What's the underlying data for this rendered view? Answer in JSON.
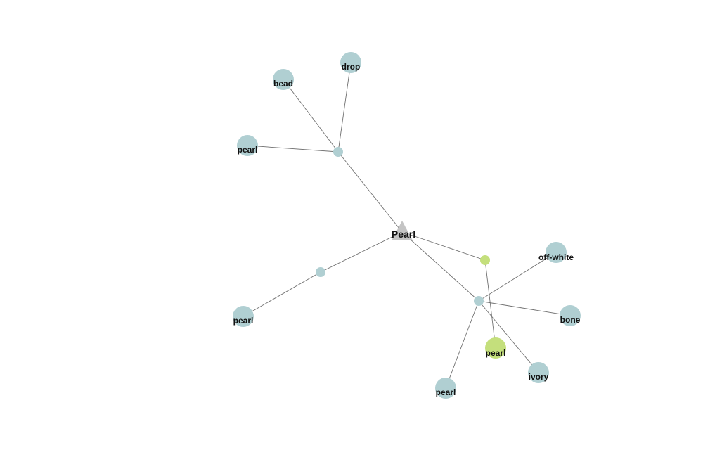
{
  "colors": {
    "word_node": "#b0cfd2",
    "highlight_node": "#c4df7c",
    "root_node": "#c4c4c4",
    "edge": "#707070"
  },
  "graph": {
    "root": {
      "id": "root",
      "label": "Pearl",
      "shape": "triangle"
    },
    "hubs": [
      {
        "id": "hub-upper",
        "kind": "word"
      },
      {
        "id": "hub-left",
        "kind": "word"
      },
      {
        "id": "hub-lower-right",
        "kind": "word"
      },
      {
        "id": "hub-green",
        "kind": "highlight"
      }
    ],
    "leaves": [
      {
        "id": "leaf-drop",
        "label": "drop",
        "kind": "word",
        "parent": "hub-upper"
      },
      {
        "id": "leaf-bead",
        "label": "bead",
        "kind": "word",
        "parent": "hub-upper"
      },
      {
        "id": "leaf-pearl-upper",
        "label": "pearl",
        "kind": "word",
        "parent": "hub-upper"
      },
      {
        "id": "leaf-pearl-left",
        "label": "pearl",
        "kind": "word",
        "parent": "hub-left"
      },
      {
        "id": "leaf-off-white",
        "label": "off-white",
        "kind": "word",
        "parent": "hub-lower-right"
      },
      {
        "id": "leaf-bone",
        "label": "bone",
        "kind": "word",
        "parent": "hub-lower-right"
      },
      {
        "id": "leaf-ivory",
        "label": "ivory",
        "kind": "word",
        "parent": "hub-lower-right"
      },
      {
        "id": "leaf-pearl-bottom",
        "label": "pearl",
        "kind": "word",
        "parent": "hub-lower-right"
      },
      {
        "id": "leaf-pearl-green",
        "label": "pearl",
        "kind": "highlight",
        "parent": "hub-green"
      }
    ],
    "edges": [
      [
        "root",
        "hub-upper"
      ],
      [
        "root",
        "hub-left"
      ],
      [
        "root",
        "hub-lower-right"
      ],
      [
        "root",
        "hub-green"
      ],
      [
        "hub-upper",
        "leaf-drop"
      ],
      [
        "hub-upper",
        "leaf-bead"
      ],
      [
        "hub-upper",
        "leaf-pearl-upper"
      ],
      [
        "hub-left",
        "leaf-pearl-left"
      ],
      [
        "hub-lower-right",
        "leaf-off-white"
      ],
      [
        "hub-lower-right",
        "leaf-bone"
      ],
      [
        "hub-lower-right",
        "leaf-ivory"
      ],
      [
        "hub-lower-right",
        "leaf-pearl-bottom"
      ],
      [
        "hub-green",
        "leaf-pearl-green"
      ]
    ]
  }
}
